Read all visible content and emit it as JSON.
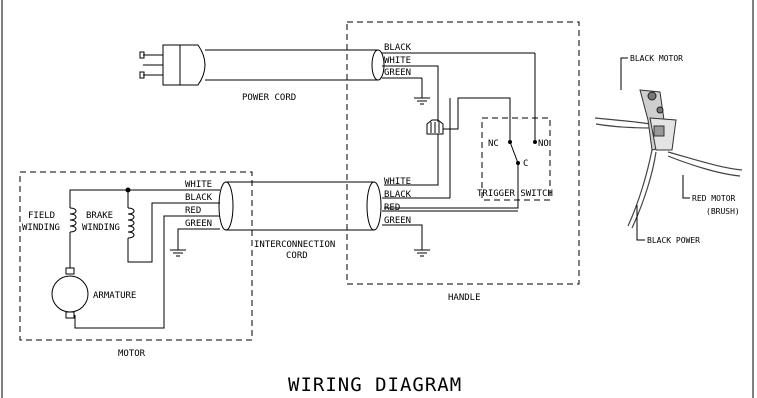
{
  "title": "WIRING DIAGRAM",
  "boxes": {
    "handle": "HANDLE",
    "motor": "MOTOR"
  },
  "cords": {
    "power": "POWER CORD",
    "interconnection_line1": "INTERCONNECTION",
    "interconnection_line2": "CORD"
  },
  "wires": {
    "black": "BLACK",
    "white": "WHITE",
    "green": "GREEN",
    "red": "RED"
  },
  "switch": {
    "label": "TRIGGER SWITCH",
    "nc": "NC",
    "no": "NO",
    "c": "C"
  },
  "motor": {
    "field_line1": "FIELD",
    "field_line2": "WINDING",
    "brake_line1": "BRAKE",
    "brake_line2": "WINDING",
    "armature": "ARMATURE"
  },
  "photo": {
    "black_motor": "BLACK MOTOR",
    "red_motor": "RED MOTOR",
    "brush": "(BRUSH)",
    "black_power": "BLACK POWER"
  }
}
